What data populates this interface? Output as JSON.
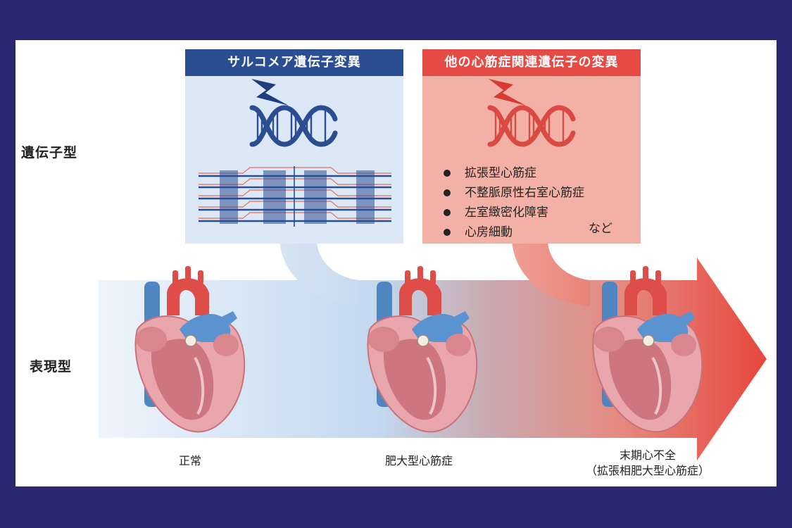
{
  "rows": {
    "genotype_label": "遺伝子型",
    "phenotype_label": "表現型"
  },
  "sarcomere_panel": {
    "title": "サルコメア遺伝子変異",
    "accent_color": "#2b4e93"
  },
  "other_panel": {
    "title": "他の心筋症関連遺伝子の変異",
    "accent_color": "#e64a45",
    "items": [
      "拡張型心筋症",
      "不整脈原性右室心筋症",
      "左室緻密化障害",
      "心房細動"
    ],
    "suffix": "など"
  },
  "stages": {
    "normal": "正常",
    "hcm": "肥大型心筋症",
    "end_stage_line1": "末期心不全",
    "end_stage_line2": "（拡張相肥大型心筋症）"
  },
  "colors": {
    "background": "#2a2870",
    "card": "#ffffff",
    "blue_panel": "#dde8f6",
    "red_panel": "#f2b0a6"
  }
}
